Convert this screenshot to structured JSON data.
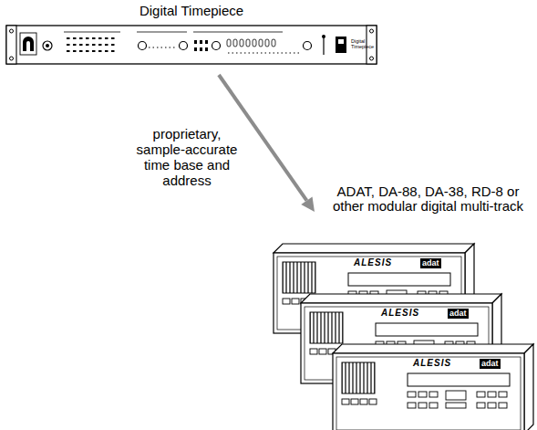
{
  "diagram": {
    "nodes": [
      {
        "text": [
          "Digital Timepiece"
        ]
      },
      {
        "text": [
          "ADAT, DA-88, DA-38, RD-8 or other modular digital multi-track"
        ]
      }
    ],
    "edges": [
      {
        "from": 0,
        "to": 1,
        "arrow": "to",
        "label": "proprietary, sample-accurate time base and address"
      }
    ],
    "labels": [
      "Digital Timepiece",
      "ALESIS",
      "adat",
      "ALESIS",
      "adat",
      "ALESIS",
      "adat"
    ]
  }
}
